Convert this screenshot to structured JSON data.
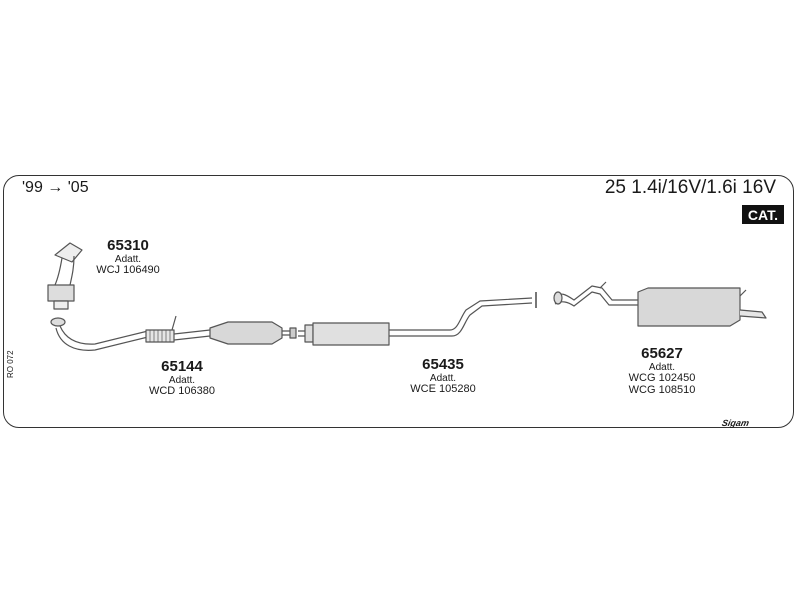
{
  "header": {
    "years": "'99 → '05",
    "model": "25 1.4i/16V/1.6i 16V",
    "badge": "CAT."
  },
  "parts": [
    {
      "code": "65310",
      "adatt": "Adatt.",
      "refs": [
        "WCJ 106490"
      ]
    },
    {
      "code": "65144",
      "adatt": "Adatt.",
      "refs": [
        "WCD 106380"
      ]
    },
    {
      "code": "65435",
      "adatt": "Adatt.",
      "refs": [
        "WCE 105280"
      ]
    },
    {
      "code": "65627",
      "adatt": "Adatt.",
      "refs": [
        "WCG 102450",
        "WCG 108510"
      ]
    }
  ],
  "footer": {
    "sheet_code": "RO 072",
    "brand": "Sigam"
  }
}
